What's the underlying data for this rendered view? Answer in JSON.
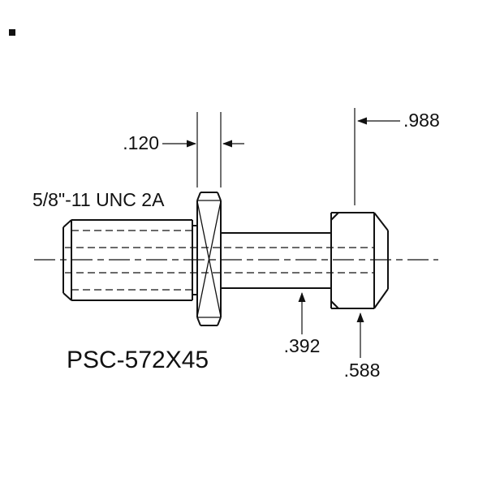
{
  "drawing": {
    "part_number": "PSC-572X45",
    "thread_spec": "5/8\"-11 UNC 2A",
    "dimensions": {
      "flange_width": ".120",
      "gauge_length": ".988",
      "shaft_diameter": ".392",
      "head_diameter": ".588"
    }
  }
}
